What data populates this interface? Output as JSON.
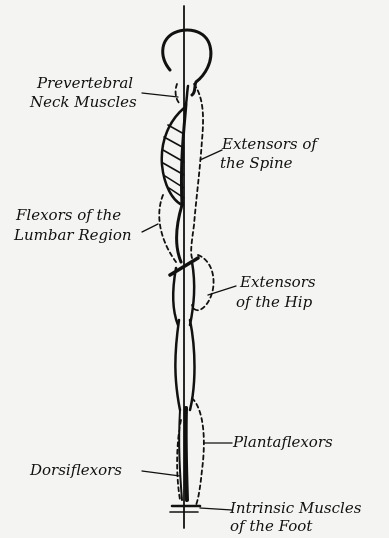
{
  "labels": {
    "prevertebral_line1": "Prevertebral",
    "prevertebral_line2": "Neck Muscles",
    "extensors_spine_line1": "Extensors of",
    "extensors_spine_line2": "the Spine",
    "flexors_lumbar_line1": "Flexors of the",
    "flexors_lumbar_line2": "Lumbar Region",
    "extensors_hip_line1": "Extensors",
    "extensors_hip_line2": "of the Hip",
    "plantaflexors": "Plantaflexors",
    "dorsiflexors": "Dorsiflexors",
    "intrinsic_line1": "Intrinsic Muscles",
    "intrinsic_line2": "of the Foot"
  },
  "colors": {
    "ink": "#111111",
    "paper": "#f4f4f2"
  }
}
